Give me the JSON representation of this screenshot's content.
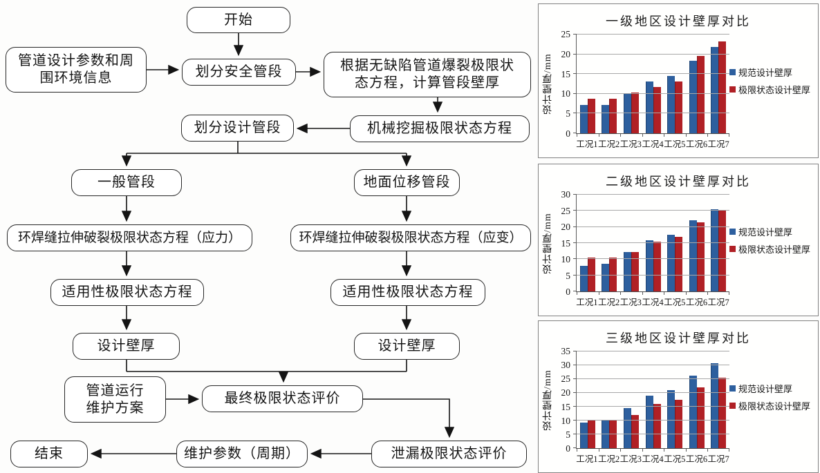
{
  "flowchart": {
    "nodes": {
      "start": "开始",
      "input_info": "管道设计参数和周围环境信息",
      "divide_safe": "划分安全管段",
      "burst_calc": "根据无缺陷管道爆裂极限状态方程，计算管段壁厚",
      "divide_design": "划分设计管段",
      "mech_excav": "机械挖掘极限状态方程",
      "general_seg": "一般管段",
      "ground_disp_seg": "地面位移管段",
      "girth_weld_stress": "环焊缝拉伸破裂极限状态方程（应力）",
      "girth_weld_strain": "环焊缝拉伸破裂极限状态方程（应变）",
      "service_limit_left": "适用性极限状态方程",
      "service_limit_right": "适用性极限状态方程",
      "design_thickness_left": "设计壁厚",
      "design_thickness_right": "设计壁厚",
      "op_maint_plan": "管道运行维护方案",
      "final_eval": "最终极限状态评价",
      "leak_eval": "泄漏极限状态评价",
      "maint_param": "维护参数（周期）",
      "end": "结束"
    }
  },
  "colors": {
    "bar_blue": "#2d5f9e",
    "bar_red": "#b02025",
    "gridline": "#a8a8a8"
  },
  "chart_data": [
    {
      "type": "bar",
      "title": "一级地区设计壁厚对比",
      "ylabel": "设计壁厚/mm",
      "xlabel": "",
      "ylim": [
        0,
        25
      ],
      "ytick_step": 5,
      "grid": true,
      "legend_position": "right",
      "categories": [
        "工况1",
        "工况2",
        "工况3",
        "工况4",
        "工况5",
        "工况6",
        "工况7"
      ],
      "series": [
        {
          "name": "规范设计壁厚",
          "color": "#2d5f9e",
          "values": [
            7.2,
            7.2,
            10.2,
            13.1,
            14.6,
            18.4,
            21.9
          ]
        },
        {
          "name": "极限状态设计壁厚",
          "color": "#b02025",
          "values": [
            8.7,
            8.7,
            10.4,
            11.8,
            13.2,
            19.6,
            23.2
          ]
        }
      ]
    },
    {
      "type": "bar",
      "title": "二级地区设计壁厚对比",
      "ylabel": "设计壁厚/mm",
      "xlabel": "",
      "ylim": [
        0,
        30
      ],
      "ytick_step": 5,
      "grid": true,
      "legend_position": "right",
      "categories": [
        "工况1",
        "工况2",
        "工况3",
        "工况4",
        "工况5",
        "工况6",
        "工况7"
      ],
      "series": [
        {
          "name": "规范设计壁厚",
          "color": "#2d5f9e",
          "values": [
            7.9,
            8.6,
            12.3,
            15.8,
            17.5,
            22.0,
            25.6
          ]
        },
        {
          "name": "极限状态设计壁厚",
          "color": "#b02025",
          "values": [
            10.4,
            10.4,
            12.3,
            15.4,
            17.0,
            21.4,
            25.0
          ]
        }
      ]
    },
    {
      "type": "bar",
      "title": "三级地区设计壁厚对比",
      "ylabel": "设计壁厚/mm",
      "xlabel": "",
      "ylim": [
        0,
        35
      ],
      "ytick_step": 5,
      "grid": true,
      "legend_position": "right",
      "categories": [
        "工况1",
        "工况2",
        "工况3",
        "工况4",
        "工况5",
        "工况6",
        "工况7"
      ],
      "series": [
        {
          "name": "规范设计壁厚",
          "color": "#2d5f9e",
          "values": [
            9.3,
            10.0,
            14.5,
            19.1,
            21.0,
            26.3,
            30.8
          ]
        },
        {
          "name": "极限状态设计壁厚",
          "color": "#b02025",
          "values": [
            10.1,
            10.0,
            12.1,
            15.9,
            17.6,
            22.1,
            25.6
          ]
        }
      ]
    }
  ]
}
